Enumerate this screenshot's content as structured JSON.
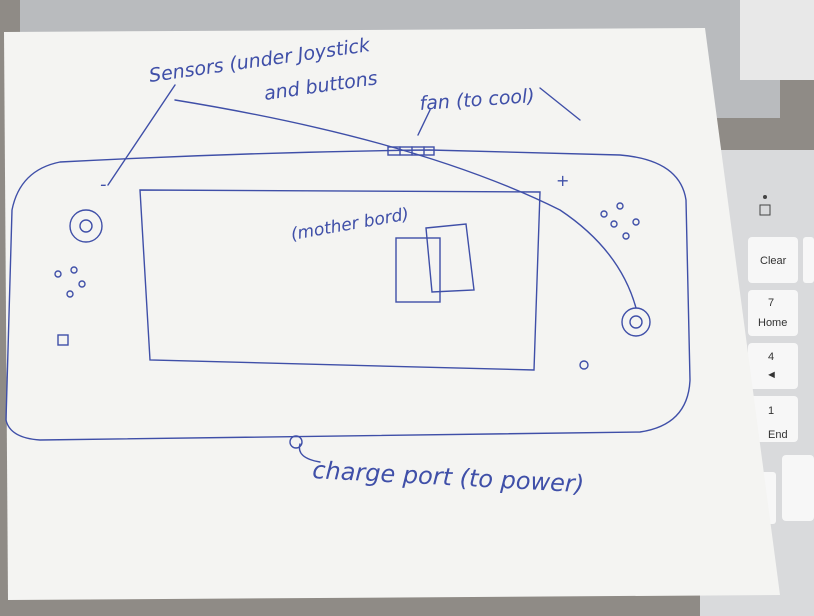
{
  "colors": {
    "ink": "#3f4fa8",
    "paper": "#f4f4f2",
    "laptop": "#b9bbbe",
    "keyboard": "#d9dadc",
    "keycap": "#f7f7f7",
    "table": "#8f8b86"
  },
  "sketch": {
    "annotation_sensors_line1": "Sensors (under Joystick",
    "annotation_sensors_line2": "and buttons",
    "annotation_fan": "fan (to cool)",
    "annotation_motherboard": "(mother bord)",
    "annotation_charge": "charge port (to power)",
    "mark_minus": "-",
    "mark_plus": "+"
  },
  "keyboard": {
    "keys": [
      {
        "label": "Clear"
      },
      {
        "number": "7",
        "label": "Home"
      },
      {
        "number": "4",
        "label": "◄"
      },
      {
        "number": "1",
        "label": "End"
      }
    ],
    "indicator_icon": "lock-indicator-icon"
  }
}
